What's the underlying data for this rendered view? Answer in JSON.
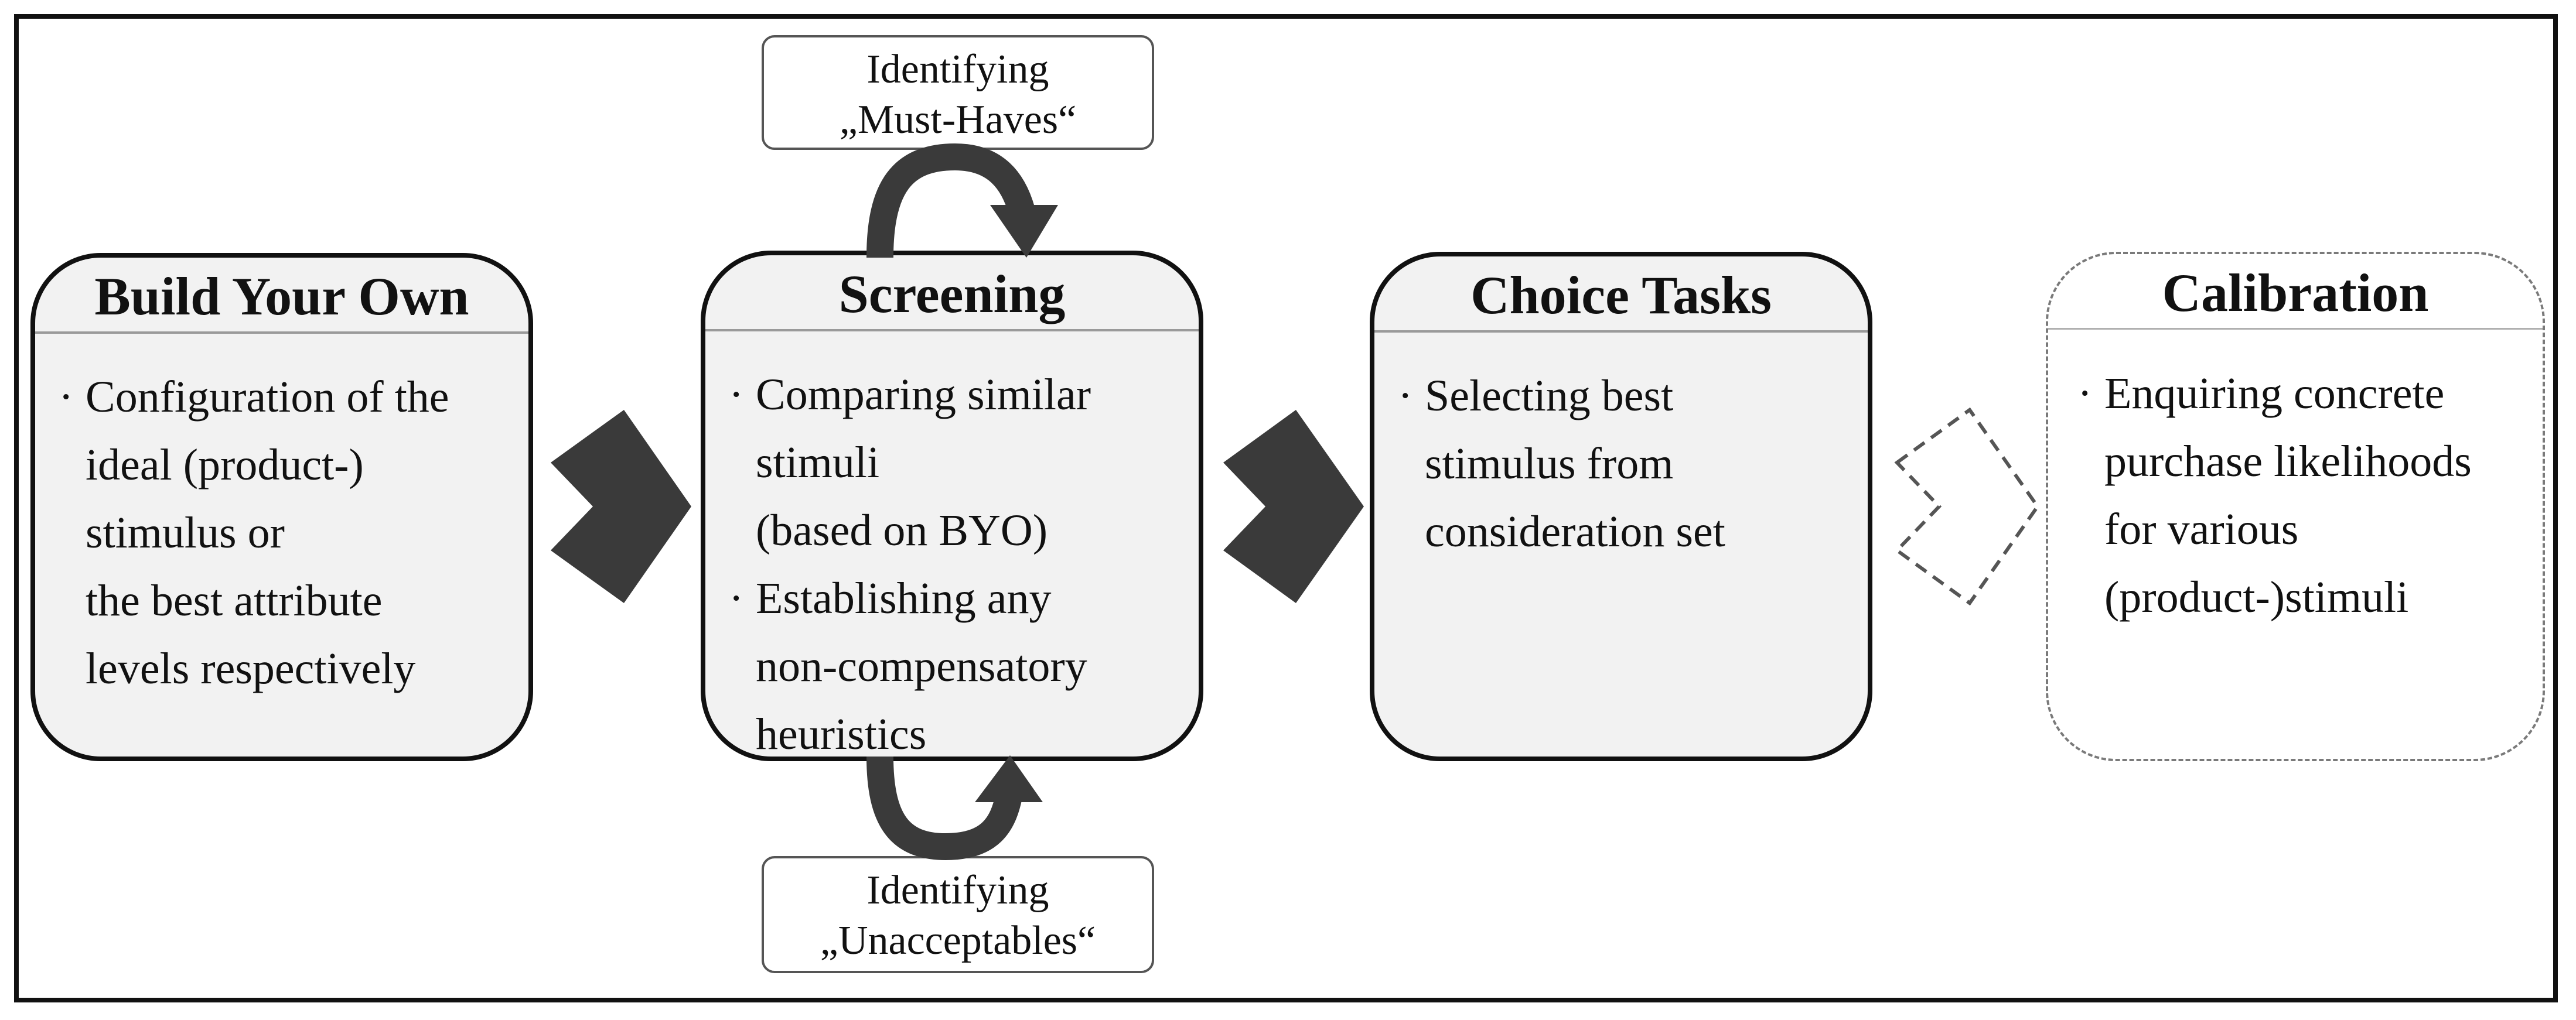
{
  "diagram": {
    "steps": [
      {
        "title": "Build Your Own",
        "bullets": [
          "Configuration of the ideal (product-) stimulus or the best attribute levels respectively"
        ],
        "lines": [
          [
            "Configuration of the",
            "ideal (product-)",
            "stimulus or",
            "the best attribute",
            "levels respectively"
          ]
        ]
      },
      {
        "title": "Screening",
        "lines": [
          [
            "Comparing similar",
            "stimuli",
            "(based on BYO)"
          ],
          [
            "Establishing any",
            "non-compensatory",
            "heuristics"
          ]
        ]
      },
      {
        "title": "Choice Tasks",
        "lines": [
          [
            "Selecting best",
            "stimulus from",
            "consideration set"
          ]
        ]
      },
      {
        "title": "Calibration",
        "style": "dashed",
        "lines": [
          [
            "Enquiring concrete",
            "purchase likelihoods",
            "for various",
            "(product-)stimuli"
          ]
        ]
      }
    ],
    "loops": {
      "top": {
        "line1": "Identifying",
        "line2": "„Must-Haves“"
      },
      "bottom": {
        "line1": "Identifying",
        "line2": "„Unacceptables“"
      }
    },
    "bullet_symbol": "·",
    "colors": {
      "box_fill": "#f2f2f2",
      "border": "#111111",
      "arrow": "#3a3a3a",
      "dashed": "#7a7a7a"
    }
  }
}
